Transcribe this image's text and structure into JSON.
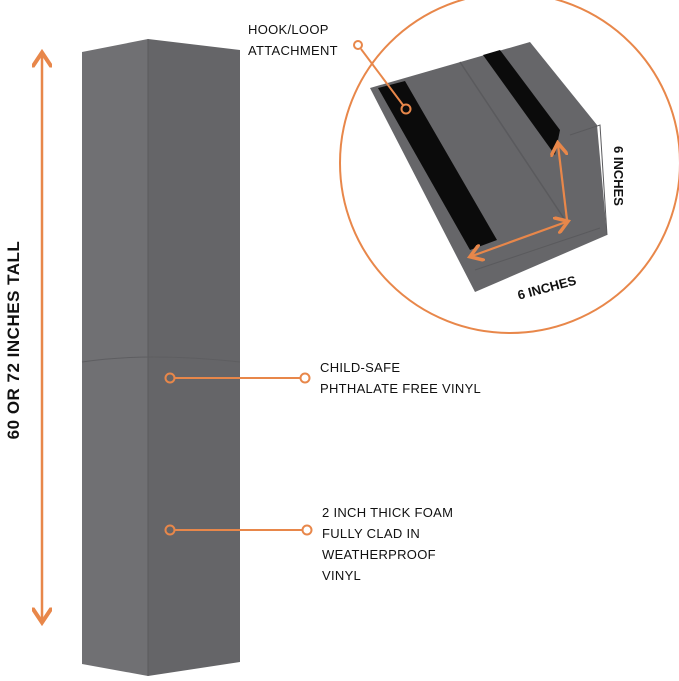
{
  "colors": {
    "accent": "#e8874a",
    "pad_light": "#6e6e71",
    "pad_dark": "#636366",
    "strip": "#0b0b0b"
  },
  "height_label": "60 OR 72 INCHES TALL",
  "callouts": {
    "hook_loop": [
      "HOOK/LOOP",
      "ATTACHMENT"
    ],
    "vinyl": [
      "CHILD-SAFE",
      "PHTHALATE FREE VINYL"
    ],
    "foam": [
      "2 INCH THICK FOAM",
      "FULLY CLAD IN",
      "WEATHERPROOF",
      "VINYL"
    ]
  },
  "detail": {
    "width_label": "6 INCHES",
    "depth_label": "6 INCHES"
  }
}
